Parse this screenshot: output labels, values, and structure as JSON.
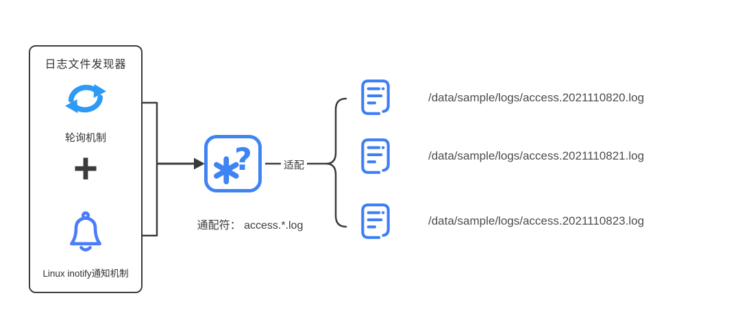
{
  "diagram": {
    "discoverer_box": {
      "title": "日志文件发现器",
      "polling": {
        "icon": "sync-icon",
        "label": "轮询机制"
      },
      "plus_sign": "+",
      "inotify": {
        "icon": "bell-icon",
        "label": "Linux inotify通知机制"
      }
    },
    "wildcard": {
      "icon": "asterisk-question-icon",
      "caption": "通配符： access.*.log"
    },
    "adapt_label": "适配",
    "files": [
      {
        "icon": "log-file-icon",
        "path": "/data/sample/logs/access.2021110820.log"
      },
      {
        "icon": "log-file-icon",
        "path": "/data/sample/logs/access.2021110821.log"
      },
      {
        "icon": "log-file-icon",
        "path": "/data/sample/logs/access.2021110823.log"
      }
    ],
    "colors": {
      "sync_icon": "#2d9af6",
      "bell_icon": "#4c7df8",
      "wildcard_icon": "#3e84f3",
      "file_icon": "#3d7ef7",
      "connector": "#3a3a3a",
      "text": "#3c3c3c"
    }
  }
}
